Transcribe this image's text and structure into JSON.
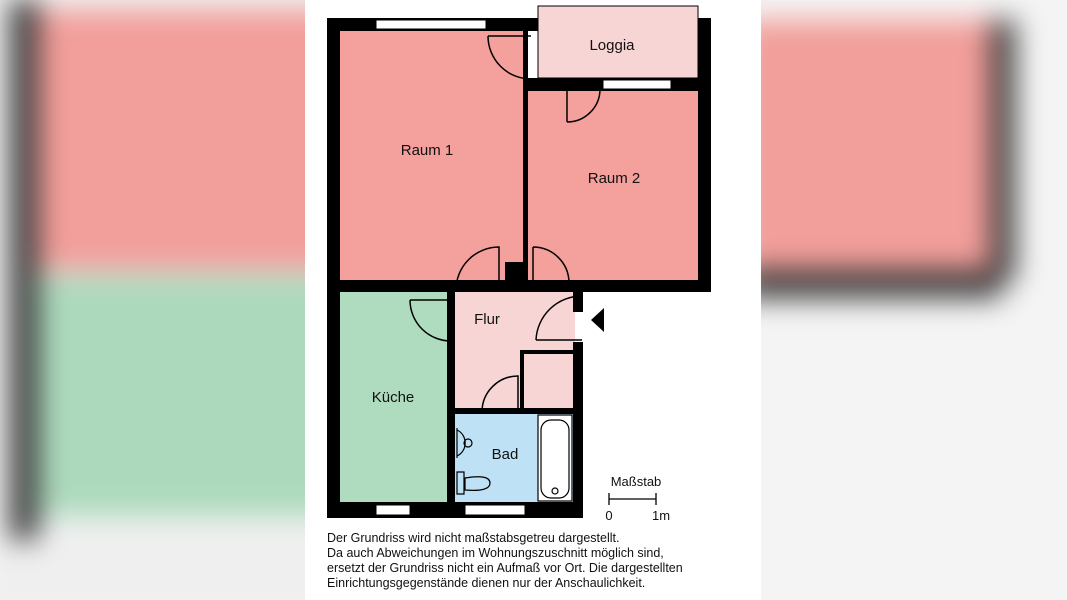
{
  "colors": {
    "room": "#f4a09c",
    "loggia": "#f7d5d4",
    "flur": "#f7d5d4",
    "kitchen": "#afdcbf",
    "bath": "#bfe1f5",
    "wall": "#000000"
  },
  "rooms": {
    "loggia": "Loggia",
    "raum1": "Raum 1",
    "raum2": "Raum 2",
    "flur": "Flur",
    "kueche": "Küche",
    "bad": "Bad"
  },
  "scale": {
    "title": "Maßstab",
    "start": "0",
    "end": "1m"
  },
  "disclaimer": [
    "Der Grundriss wird nicht maßstabsgetreu dargestellt.",
    "Da auch Abweichungen im Wohnungszuschnitt möglich sind,",
    "ersetzt der Grundriss nicht ein Aufmaß vor Ort. Die dargestellten",
    "Einrichtungsgegenstände dienen nur der Anschaulichkeit."
  ]
}
